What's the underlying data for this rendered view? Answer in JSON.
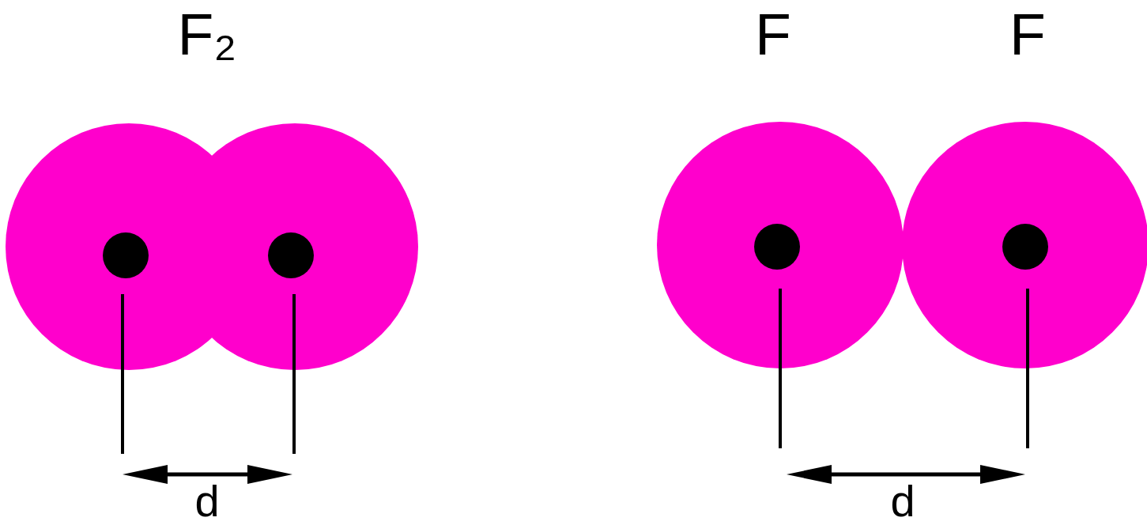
{
  "diagram": {
    "labels": [
      "F₂",
      "F",
      "F",
      "d",
      "d"
    ]
  }
}
